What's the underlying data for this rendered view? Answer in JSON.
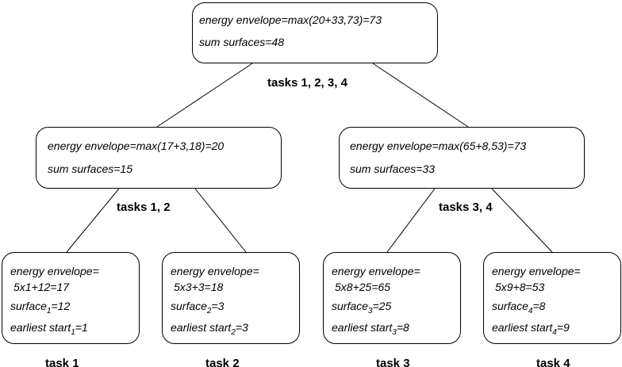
{
  "root": {
    "energy": "energy envelope=max(20+33,73)=73",
    "sum": "sum surfaces=48",
    "label": "tasks 1, 2, 3, 4"
  },
  "left": {
    "energy": "energy envelope=max(17+3,18)=20",
    "sum": "sum surfaces=15",
    "label": "tasks 1, 2"
  },
  "right": {
    "energy": "energy envelope=max(65+8,53)=73",
    "sum": "sum surfaces=33",
    "label": "tasks 3, 4"
  },
  "leaves": [
    {
      "energy_label": "energy envelope=",
      "energy_formula": "5x1+12=17",
      "surface_label": "surface",
      "surface_sub": "1",
      "surface_value": "=12",
      "start_label": "earliest start",
      "start_sub": "1",
      "start_value": "=1",
      "task": "task 1"
    },
    {
      "energy_label": "energy envelope=",
      "energy_formula": "5x3+3=18",
      "surface_label": "surface",
      "surface_sub": "2",
      "surface_value": "=3",
      "start_label": "earliest start",
      "start_sub": "2",
      "start_value": "=3",
      "task": "task 2"
    },
    {
      "energy_label": "energy envelope=",
      "energy_formula": "5x8+25=65",
      "surface_label": "surface",
      "surface_sub": "3",
      "surface_value": "=25",
      "start_label": "earliest start",
      "start_sub": "3",
      "start_value": "=8",
      "task": "task 3"
    },
    {
      "energy_label": "energy envelope=",
      "energy_formula": "5x9+8=53",
      "surface_label": "surface",
      "surface_sub": "4",
      "surface_value": "=8",
      "start_label": "earliest start",
      "start_sub": "4",
      "start_value": "=9",
      "task": "task 4"
    }
  ]
}
